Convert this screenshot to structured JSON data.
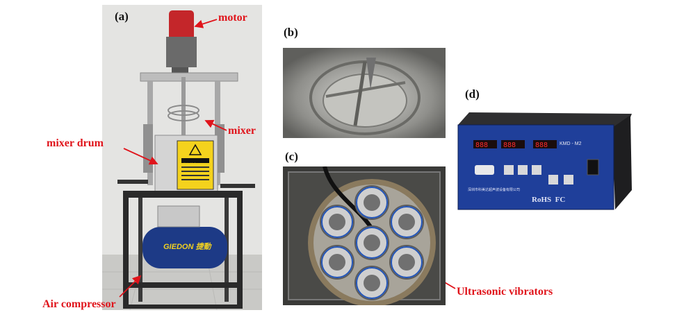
{
  "panels": {
    "a": {
      "label": "(a)",
      "annotations": {
        "motor": "motor",
        "mixer": "mixer",
        "mixer_drum": "mixer drum",
        "air_compressor": "Air compressor"
      },
      "compressor_brand": "GIEDON 捷動",
      "warning_sign": "当心触电"
    },
    "b": {
      "label": "(b)"
    },
    "c": {
      "label": "(c)",
      "annotations": {
        "vibrators": "Ultrasonic vibrators"
      }
    },
    "d": {
      "label": "(d)",
      "model": "KMD - M2",
      "brand_text": "深圳市科美达超声波设备有限公司",
      "marks": "RoHS  FC"
    }
  },
  "colors": {
    "annotation_red": "#e0141b",
    "generator_blue": "#1f3f9a",
    "display_red": "#ff2a2a"
  }
}
